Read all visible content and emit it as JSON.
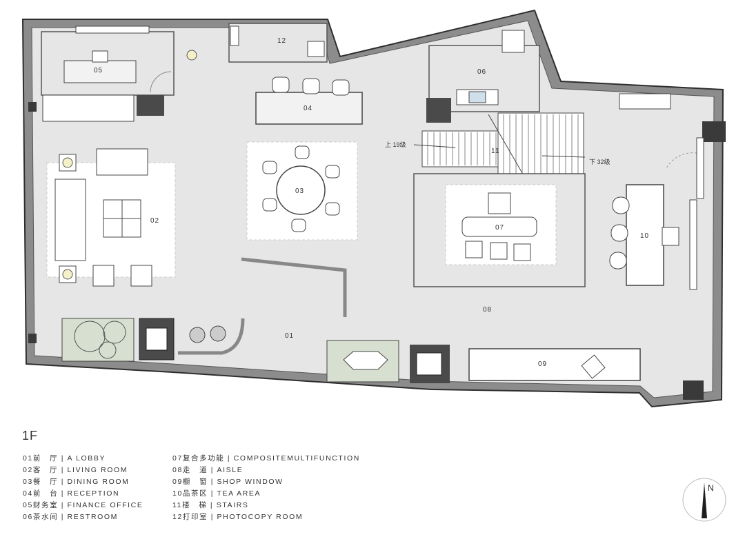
{
  "floor_label": "1F",
  "rooms": [
    {
      "id": "01",
      "number": "01"
    },
    {
      "id": "02",
      "number": "02"
    },
    {
      "id": "03",
      "number": "03"
    },
    {
      "id": "04",
      "number": "04"
    },
    {
      "id": "05",
      "number": "05"
    },
    {
      "id": "06",
      "number": "06"
    },
    {
      "id": "07",
      "number": "07"
    },
    {
      "id": "08",
      "number": "08"
    },
    {
      "id": "09",
      "number": "09"
    },
    {
      "id": "10",
      "number": "10"
    },
    {
      "id": "11",
      "number": "11"
    },
    {
      "id": "12",
      "number": "12"
    }
  ],
  "stairs": {
    "up_label": "上 19级",
    "down_label": "下 32级"
  },
  "legend_left": [
    "01前　厅 | A LOBBY",
    "02客　厅 | LIVING ROOM",
    "03餐　厅 | DINING ROOM",
    "04前　台 | RECEPTION",
    "05财务室 | FINANCE OFFICE",
    "06茶水间 | RESTROOM"
  ],
  "legend_right": [
    "07复合多功能 | COMPOSITEMULTIFUNCTION",
    "08走　道 | AISLE",
    "09橱　窗 | SHOP WINDOW",
    "10品茶区 | TEA AREA",
    "11楼　梯 | STAIRS",
    "12打印室 | PHOTOCOPY ROOM"
  ],
  "compass": {
    "north_label": "N"
  },
  "colors": {
    "wall": "#3a3a3a",
    "wall_fill": "#8c8c8c",
    "floor": "#e6e6e6",
    "rug": "#ffffff",
    "dark_equipment": "#4a4a4a",
    "planter": "#d6dfd0"
  }
}
